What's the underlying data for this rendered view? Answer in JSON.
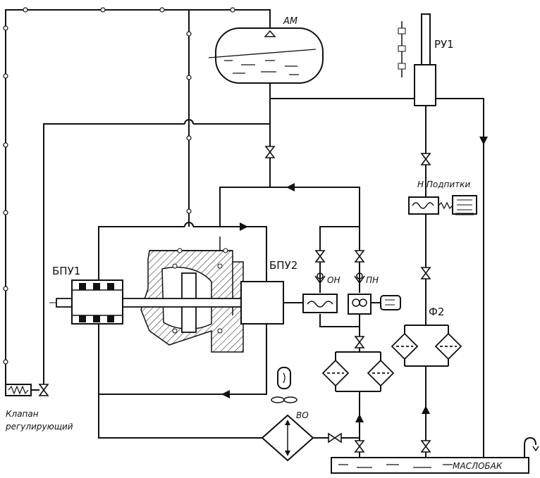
{
  "labels": {
    "am": "АМ",
    "ru1": "РУ1",
    "n_podpitki": "Н Подпитки",
    "bpu1": "БПУ1",
    "bpu2": "БПУ2",
    "on": "ОН",
    "pn": "ПН",
    "f2": "Ф2",
    "vo": "ВО",
    "klapan_line1": "Клапан",
    "klapan_line2": "регулирующий",
    "maslobak": "МАСЛОБАК"
  }
}
